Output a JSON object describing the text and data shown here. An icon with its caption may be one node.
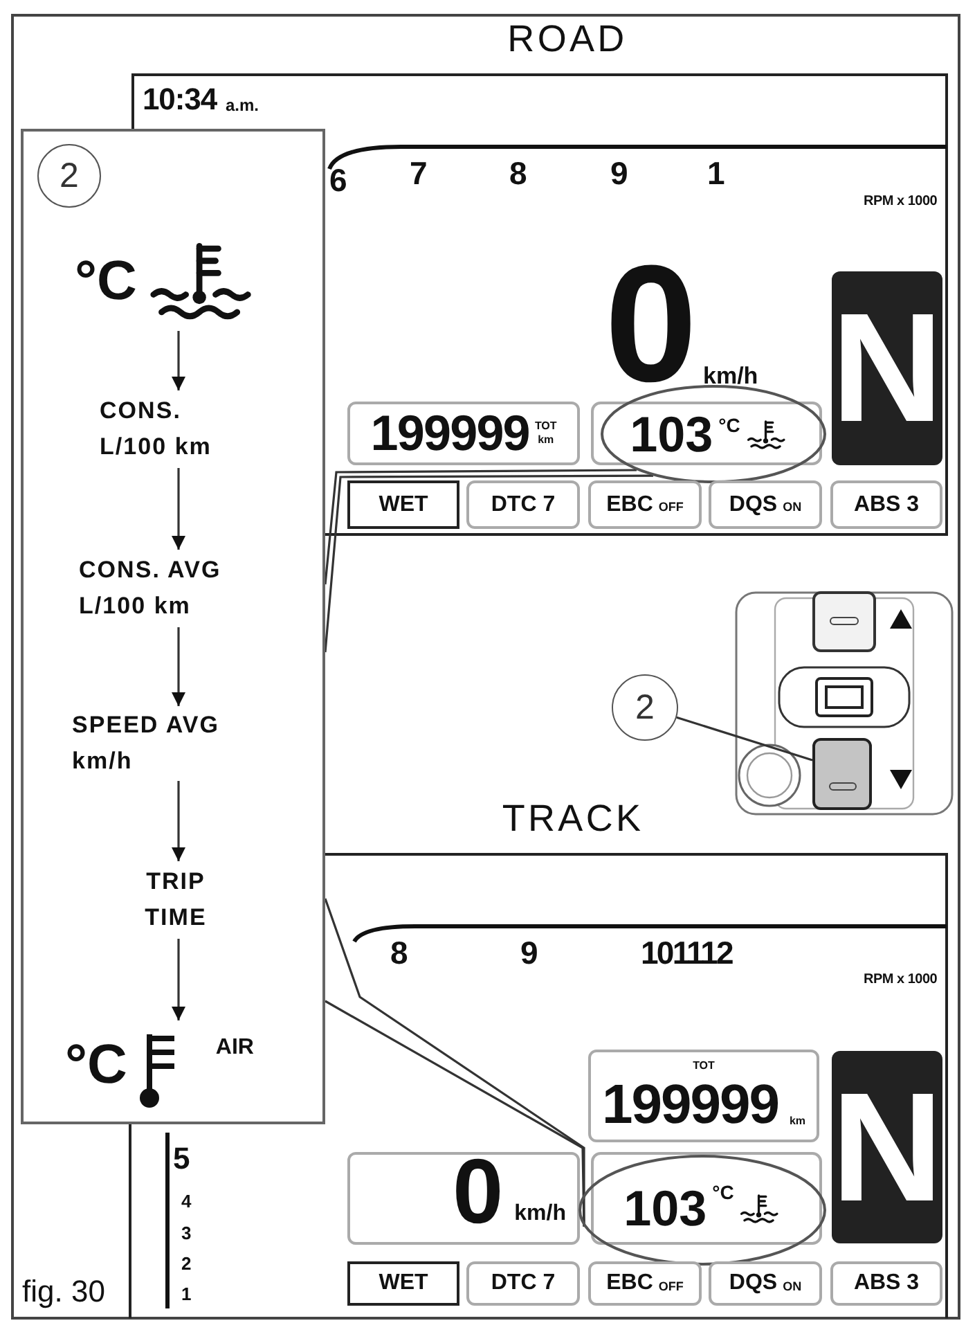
{
  "diagram": {
    "nodes": [
      {
        "text": [],
        "shape": "box"
      },
      {
        "text": [
          "2"
        ],
        "in": 0
      },
      {
        "text": [
          "°C"
        ],
        "in": 0
      },
      {
        "text": [
          "CONS. L/100 km"
        ],
        "in": 0
      },
      {
        "text": [
          "CONS. AVG L/100 km"
        ],
        "in": 0
      },
      {
        "text": [
          "SPEED AVG km/h"
        ],
        "in": 0
      },
      {
        "text": [
          "TRIP TIME"
        ],
        "in": 0
      },
      {
        "text": [
          "°C",
          "AIR"
        ],
        "in": 0
      },
      {
        "text": [
          "ROAD"
        ]
      },
      {
        "text": [
          "199999",
          "TOT",
          "km"
        ],
        "in": 8
      },
      {
        "text": [
          "103",
          "°C"
        ],
        "in": 8
      },
      {
        "text": [
          "N"
        ],
        "in": 8
      },
      {
        "text": [
          "WET"
        ],
        "in": 8
      },
      {
        "text": [
          "DTC 7"
        ],
        "in": 8
      },
      {
        "text": [
          "EBC",
          "OFF"
        ],
        "in": 8
      },
      {
        "text": [
          "DQS",
          "ON"
        ],
        "in": 8
      },
      {
        "text": [
          "ABS 3"
        ],
        "in": 8
      },
      {
        "text": [
          "2"
        ]
      },
      {
        "text": [],
        "shape": "box"
      },
      {
        "text": [
          "TRACK"
        ]
      },
      {
        "text": [
          "TOT",
          "199999",
          "km"
        ],
        "in": 19
      },
      {
        "text": [
          "0",
          "km/h"
        ],
        "in": 19
      },
      {
        "text": [
          "103",
          "°C"
        ],
        "in": 19
      },
      {
        "text": [
          "N"
        ],
        "in": 19
      },
      {
        "text": [
          "WET"
        ],
        "in": 19
      },
      {
        "text": [
          "DTC 7"
        ],
        "in": 19
      },
      {
        "text": [
          "EBC",
          "OFF"
        ],
        "in": 19
      },
      {
        "text": [
          "DQS",
          "ON"
        ],
        "in": 19
      },
      {
        "text": [
          "ABS 3"
        ],
        "in": 19
      }
    ],
    "edges": [
      {
        "from": 2,
        "to": 3,
        "arrow": "to"
      },
      {
        "from": 3,
        "to": 4,
        "arrow": "to"
      },
      {
        "from": 4,
        "to": 5,
        "arrow": "to"
      },
      {
        "from": 5,
        "to": 6,
        "arrow": "to"
      },
      {
        "from": 6,
        "to": 7,
        "arrow": "to"
      },
      {
        "from": 0,
        "to": 10,
        "arrow": "none"
      },
      {
        "from": 0,
        "to": 10,
        "arrow": "none"
      },
      {
        "from": 17,
        "to": 18,
        "arrow": "none"
      },
      {
        "from": 0,
        "to": 22,
        "arrow": "none"
      },
      {
        "from": 0,
        "to": 22,
        "arrow": "none"
      }
    ],
    "labels": [
      "10:34",
      "a.m.",
      "6",
      "7",
      "8",
      "9",
      "1",
      "RPM x 1000",
      "0",
      "km/h",
      "8",
      "9",
      "101112",
      "RPM x 1000",
      "5",
      "4",
      "3",
      "2",
      "1",
      "fig. 30"
    ]
  }
}
